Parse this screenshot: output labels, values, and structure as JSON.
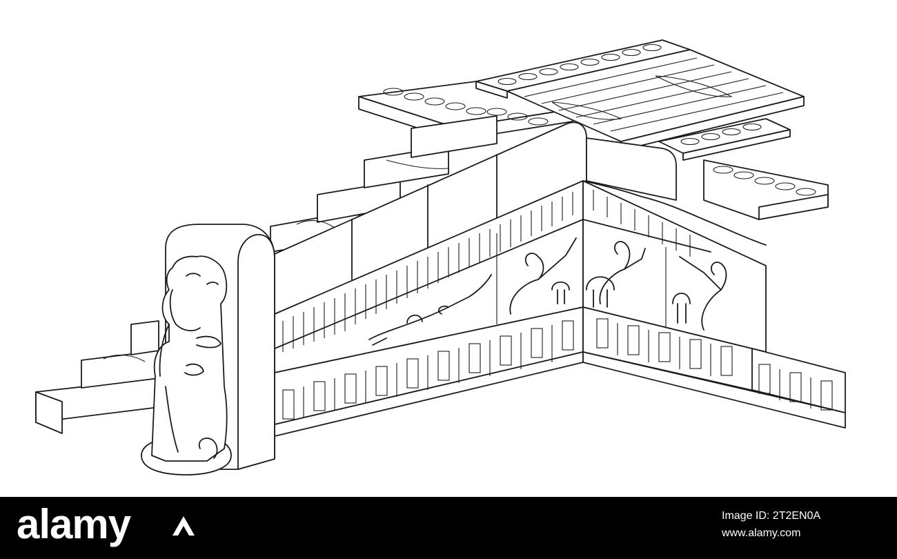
{
  "footer": {
    "logo_text": "alamy",
    "image_id": "Image ID: 2T2EN0A",
    "site_url": "www.alamy.com"
  },
  "colors": {
    "background": "#ffffff",
    "linework": "#1a1a1a",
    "footer_background": "#000000",
    "footer_text": "#ffffff"
  }
}
